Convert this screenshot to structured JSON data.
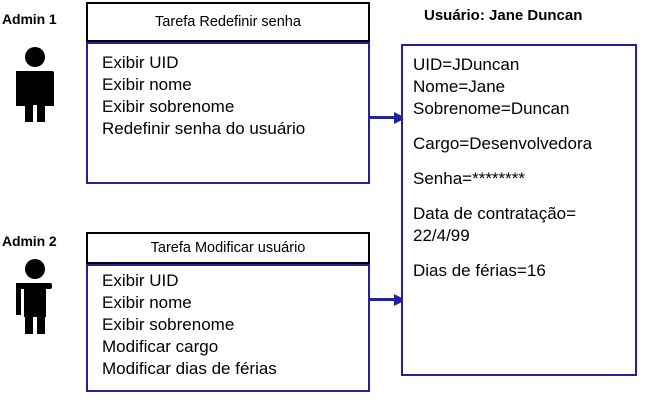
{
  "diagram": {
    "actors": [
      {
        "label": "Admin 1",
        "icon": "person-icon"
      },
      {
        "label": "Admin 2",
        "icon": "person-icon"
      }
    ],
    "tasks": [
      {
        "title": "Tarefa Redefinir senha",
        "steps": [
          "Exibir UID",
          "Exibir nome",
          "Exibir sobrenome",
          "Redefinir senha do usuário"
        ]
      },
      {
        "title": "Tarefa Modificar usuário",
        "steps": [
          "Exibir UID",
          "Exibir nome",
          "Exibir sobrenome",
          "Modificar cargo",
          "Modificar dias de férias"
        ]
      }
    ],
    "object": {
      "title": "Usuário: Jane Duncan",
      "attributes": [
        "UID=JDuncan",
        "Nome=Jane",
        "Sobrenome=Duncan",
        "",
        "Cargo=Desenvolvedora",
        "",
        "Senha=********",
        "",
        "Data de contratação=",
        "22/4/99",
        "",
        "Dias de férias=16"
      ]
    },
    "arrows": [
      {
        "name": "arrow-task1-to-user"
      },
      {
        "name": "arrow-task2-to-user"
      }
    ],
    "colors": {
      "box_border_blue": "#2222a0",
      "header_border_black": "#000000",
      "text": "#000000",
      "background": "#ffffff"
    }
  }
}
